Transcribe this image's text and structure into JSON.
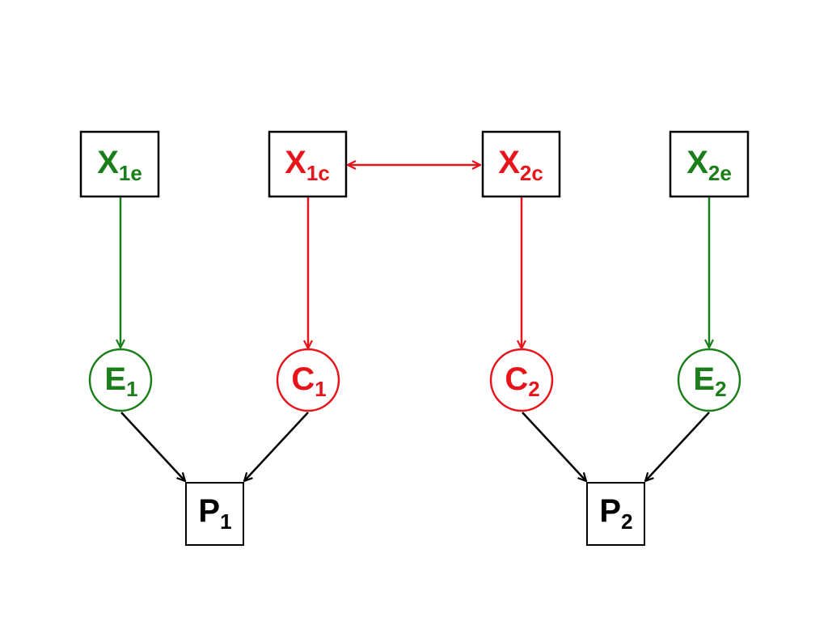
{
  "colors": {
    "environment": "#1a7f1a",
    "common": "#e8141c",
    "phenotype": "#000000"
  },
  "nodes": {
    "x1e": {
      "main": "X",
      "sub": "1e",
      "color": "#1a7f1a"
    },
    "x1c": {
      "main": "X",
      "sub": "1c",
      "color": "#e8141c"
    },
    "x2c": {
      "main": "X",
      "sub": "2c",
      "color": "#e8141c"
    },
    "x2e": {
      "main": "X",
      "sub": "2e",
      "color": "#1a7f1a"
    },
    "e1": {
      "main": "E",
      "sub": "1",
      "color": "#1a7f1a"
    },
    "c1": {
      "main": "C",
      "sub": "1",
      "color": "#e8141c"
    },
    "c2": {
      "main": "C",
      "sub": "2",
      "color": "#e8141c"
    },
    "e2": {
      "main": "E",
      "sub": "2",
      "color": "#1a7f1a"
    },
    "p1": {
      "main": "P",
      "sub": "1",
      "color": "#000000"
    },
    "p2": {
      "main": "P",
      "sub": "2",
      "color": "#000000"
    }
  },
  "edges": [
    {
      "from": "x1e",
      "to": "e1",
      "type": "directed",
      "color": "#1a7f1a"
    },
    {
      "from": "x1c",
      "to": "c1",
      "type": "directed",
      "color": "#e8141c"
    },
    {
      "from": "x2c",
      "to": "c2",
      "type": "directed",
      "color": "#e8141c"
    },
    {
      "from": "x2e",
      "to": "e2",
      "type": "directed",
      "color": "#1a7f1a"
    },
    {
      "from": "x1c",
      "to": "x2c",
      "type": "bidirectional",
      "color": "#e8141c"
    },
    {
      "from": "e1",
      "to": "p1",
      "type": "directed",
      "color": "#000000"
    },
    {
      "from": "c1",
      "to": "p1",
      "type": "directed",
      "color": "#000000"
    },
    {
      "from": "c2",
      "to": "p2",
      "type": "directed",
      "color": "#000000"
    },
    {
      "from": "e2",
      "to": "p2",
      "type": "directed",
      "color": "#000000"
    }
  ]
}
